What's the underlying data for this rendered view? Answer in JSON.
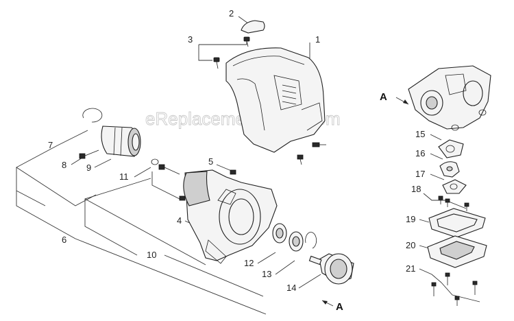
{
  "watermark": "eReplacementParts.com",
  "labels": {
    "p1": "1",
    "p2": "2",
    "p3": "3",
    "p4": "4",
    "p5": "5",
    "p6": "6",
    "p7": "7",
    "p8": "8",
    "p9": "9",
    "p10": "10",
    "p11": "11",
    "p12": "12",
    "p13": "13",
    "p14": "14",
    "p15": "15",
    "p16": "16",
    "p17": "17",
    "p18": "18",
    "p19": "19",
    "p20": "20",
    "p21": "21",
    "refA1": "A",
    "refA2": "A"
  }
}
